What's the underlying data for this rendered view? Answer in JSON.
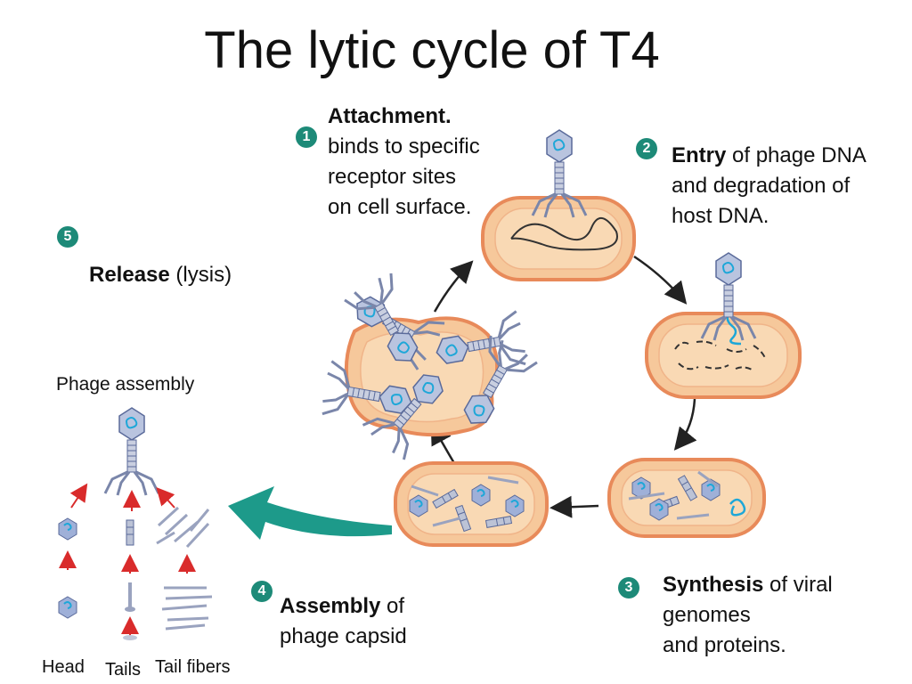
{
  "title": "The lytic cycle of T4",
  "steps": [
    {
      "number": "1",
      "bold": "Attachment.",
      "lines": [
        "binds to specific",
        "receptor sites",
        "on cell surface."
      ]
    },
    {
      "number": "2",
      "bold": "Entry",
      "rest": " of phage DNA",
      "lines": [
        "and degradation of",
        "host DNA."
      ]
    },
    {
      "number": "3",
      "bold": "Synthesis",
      "rest": " of viral",
      "lines": [
        "genomes",
        "and proteins."
      ]
    },
    {
      "number": "4",
      "bold": "Assembly",
      "rest": " of",
      "lines": [
        "phage capsid"
      ]
    },
    {
      "number": "5",
      "bold": "Release",
      "rest": " (lysis)"
    }
  ],
  "assembly_panel": {
    "heading": "Phage assembly",
    "labels": {
      "head": "Head",
      "tails": "Tails",
      "tail_fibers": "Tail fibers"
    }
  },
  "colors": {
    "cell_fill": "#f6c89b",
    "cell_border": "#e88a5a",
    "step_badge": "#1d8a78",
    "big_arrow": "#1d9a8a",
    "small_arrow": "#d92b2b",
    "phage_dna": "#1ea7d8"
  }
}
